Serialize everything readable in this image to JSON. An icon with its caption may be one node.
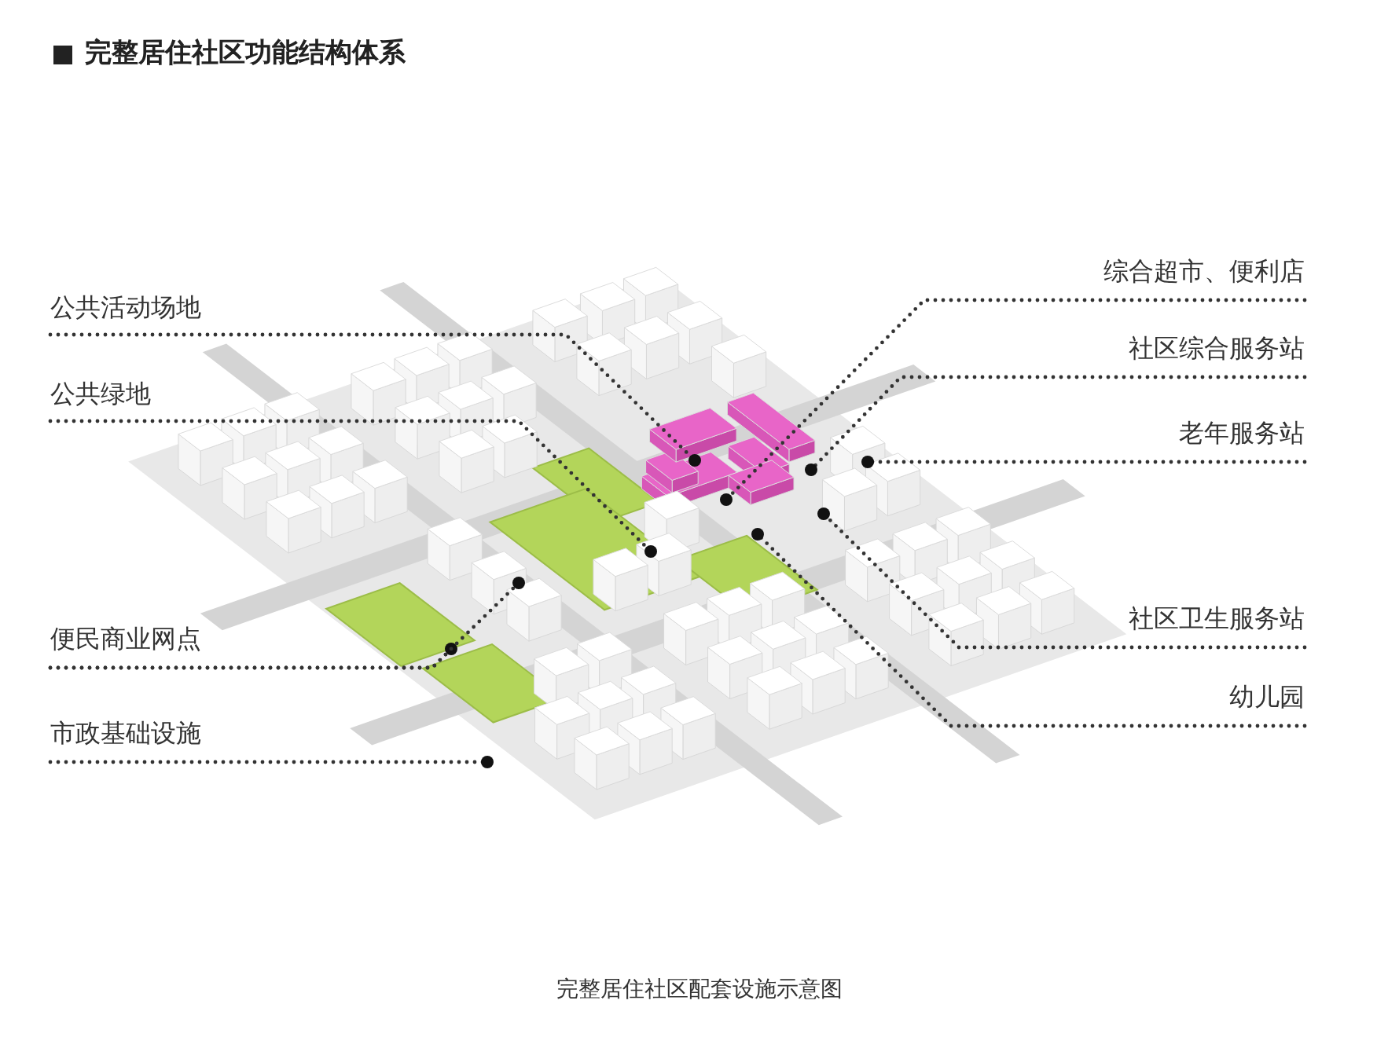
{
  "diagram": {
    "title": "完整居住社区功能结构体系",
    "caption": "完整居住社区配套设施示意图",
    "nodes": [
      {
        "text": [
          "综合超市、便利店"
        ]
      },
      {
        "text": [
          "公共活动场地"
        ]
      },
      {
        "text": [
          "社区综合服务站"
        ]
      },
      {
        "text": [
          "公共绿地"
        ]
      },
      {
        "text": [
          "老年服务站"
        ]
      },
      {
        "text": [
          "社区卫生服务站"
        ]
      },
      {
        "text": [
          "便民商业网点"
        ]
      },
      {
        "text": [
          "幼儿园"
        ]
      },
      {
        "text": [
          "市政基础设施"
        ]
      }
    ],
    "edges": [
      {
        "from": 0,
        "to": null,
        "arrow": "to"
      },
      {
        "from": 1,
        "to": null,
        "arrow": "other"
      },
      {
        "from": 2,
        "to": null,
        "arrow": "other"
      },
      {
        "from": 3,
        "to": null,
        "arrow": "other"
      },
      {
        "from": 4,
        "to": null,
        "arrow": "other"
      },
      {
        "from": 5,
        "to": null,
        "arrow": "other"
      },
      {
        "from": 6,
        "to": null,
        "arrow": "other"
      },
      {
        "from": 6,
        "to": null,
        "arrow": "other"
      },
      {
        "from": 7,
        "to": null,
        "arrow": "other"
      },
      {
        "from": 8,
        "to": null,
        "arrow": "other"
      }
    ]
  }
}
